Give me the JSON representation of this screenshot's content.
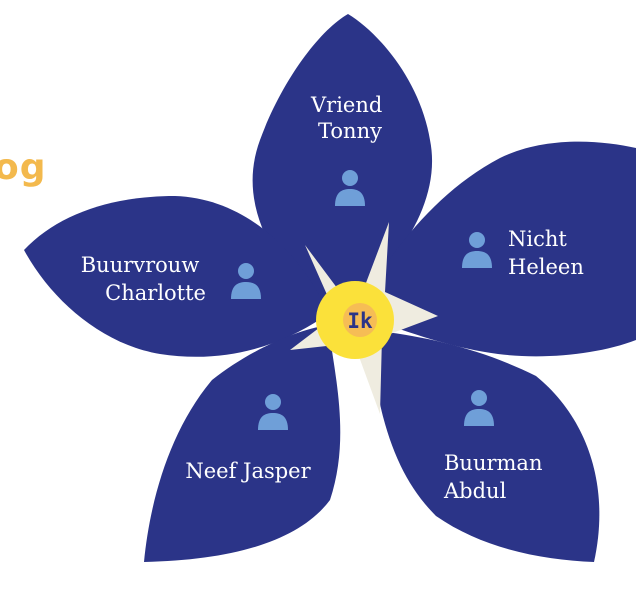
{
  "page": {
    "title_fragment": "og"
  },
  "flower": {
    "center": {
      "label": "Ik"
    },
    "petals": [
      {
        "id": "top",
        "lines": [
          "Vriend",
          "Tonny"
        ]
      },
      {
        "id": "right",
        "lines": [
          "Nicht",
          "Heleen"
        ]
      },
      {
        "id": "left",
        "lines": [
          "Buurvrouw",
          "Charlotte"
        ]
      },
      {
        "id": "bottom-left",
        "lines": [
          "Neef Jasper"
        ]
      },
      {
        "id": "bottom-right",
        "lines": [
          "Buurman",
          "Abdul"
        ]
      }
    ]
  },
  "colors": {
    "petal": "#2b3488",
    "person_icon": "#6f9fd8",
    "star": "#efece0",
    "center": "#fbe13a",
    "center_inner": "#f6bd55",
    "title": "#f3b94d"
  },
  "icons": {
    "person": "person-icon"
  }
}
